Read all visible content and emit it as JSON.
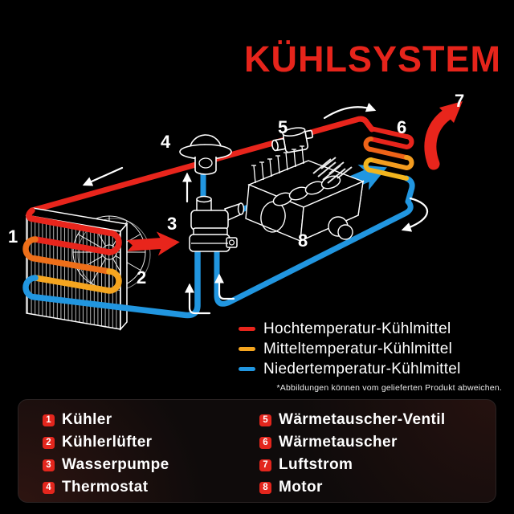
{
  "title": "KÜHLSYSTEM",
  "colors": {
    "title_red": "#e6241b",
    "hot": "#e8251c",
    "mid": "#f5a51f",
    "cold": "#2196e0",
    "badge_red": "#e3261d"
  },
  "diagram": {
    "labels": {
      "n1": "1",
      "n2": "2",
      "n3": "3",
      "n4": "4",
      "n5": "5",
      "n6": "6",
      "n7": "7",
      "n8": "8"
    }
  },
  "legend": {
    "items": [
      {
        "label": "Hochtemperatur-Kühlmittel",
        "color": "#e8251c"
      },
      {
        "label": "Mitteltemperatur-Kühlmittel",
        "color": "#f5a51f"
      },
      {
        "label": "Niedertemperatur-Kühlmittel",
        "color": "#2196e0"
      }
    ],
    "disclaimer": "*Abbildungen können vom gelieferten Produkt abweichen."
  },
  "parts": [
    {
      "num": "1",
      "label": "Kühler"
    },
    {
      "num": "2",
      "label": "Kühlerlüfter"
    },
    {
      "num": "3",
      "label": "Wasserpumpe"
    },
    {
      "num": "4",
      "label": "Thermostat"
    },
    {
      "num": "5",
      "label": "Wärmetauscher-Ventil"
    },
    {
      "num": "6",
      "label": "Wärmetauscher"
    },
    {
      "num": "7",
      "label": "Luftstrom"
    },
    {
      "num": "8",
      "label": "Motor"
    }
  ]
}
